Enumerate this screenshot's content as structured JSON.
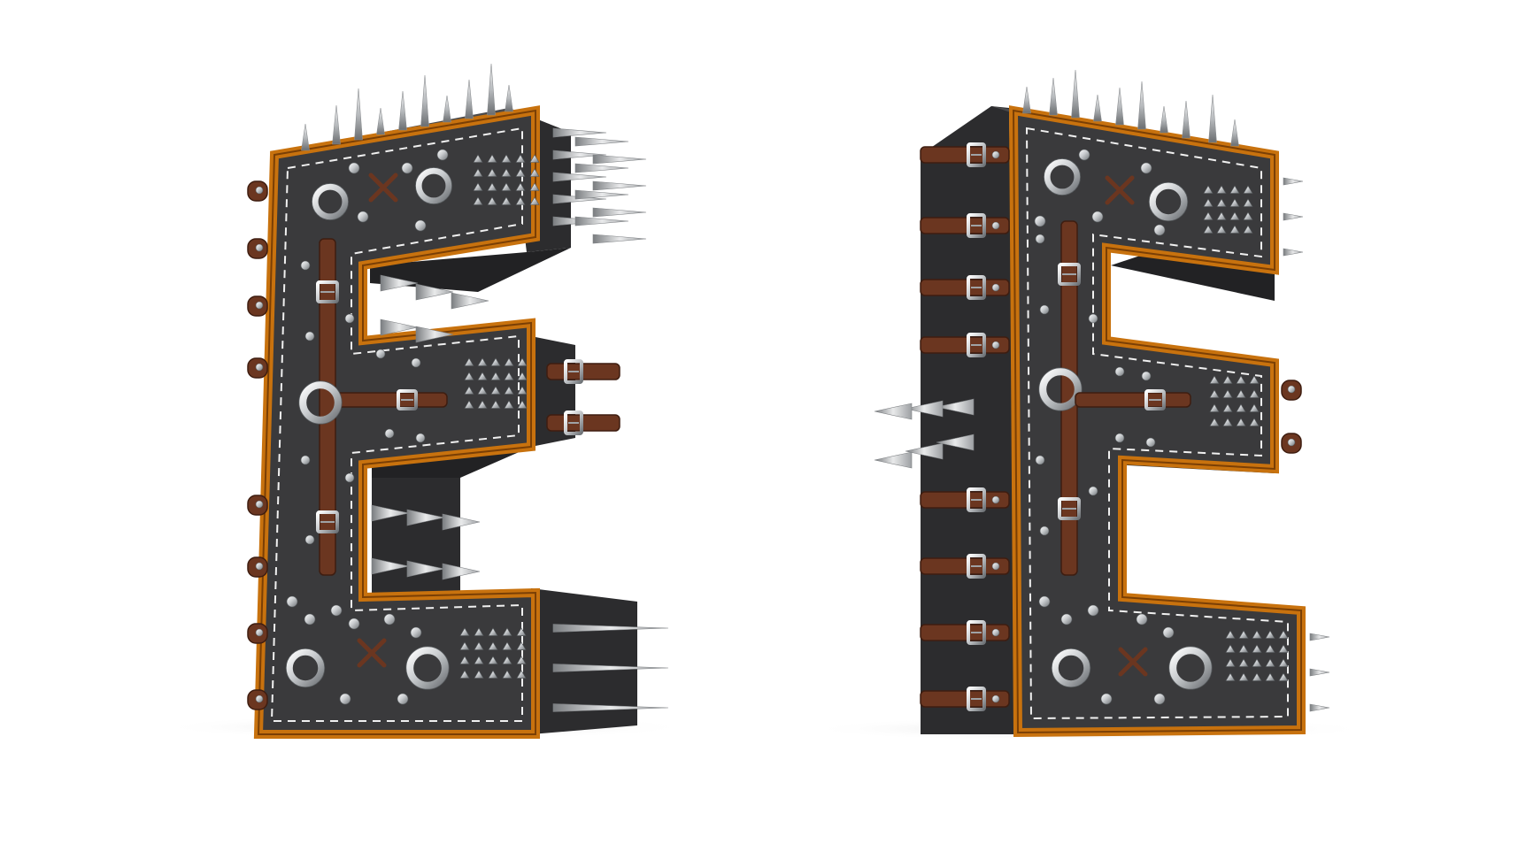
{
  "scene": {
    "background": "#ffffff",
    "letters": [
      {
        "glyph": "E",
        "view": "left-three-quarter"
      },
      {
        "glyph": "E",
        "view": "right-three-quarter"
      }
    ]
  },
  "palette": {
    "face": "#3a3a3c",
    "side": "#2c2c2e",
    "side_dark": "#222224",
    "top": "#4a4a4c",
    "rim": "#c8720e",
    "rim_dark": "#7a3f05",
    "stitch": "#f0f0f0",
    "metal": "#c9cccf",
    "metal_dark": "#6f7377",
    "strap": "#6b3620",
    "strap_dark": "#3e1d10",
    "shadow": "#d9d9d9"
  },
  "icons": [
    "spike-icon",
    "stud-icon",
    "ring-icon",
    "buckle-icon",
    "strap-icon"
  ]
}
